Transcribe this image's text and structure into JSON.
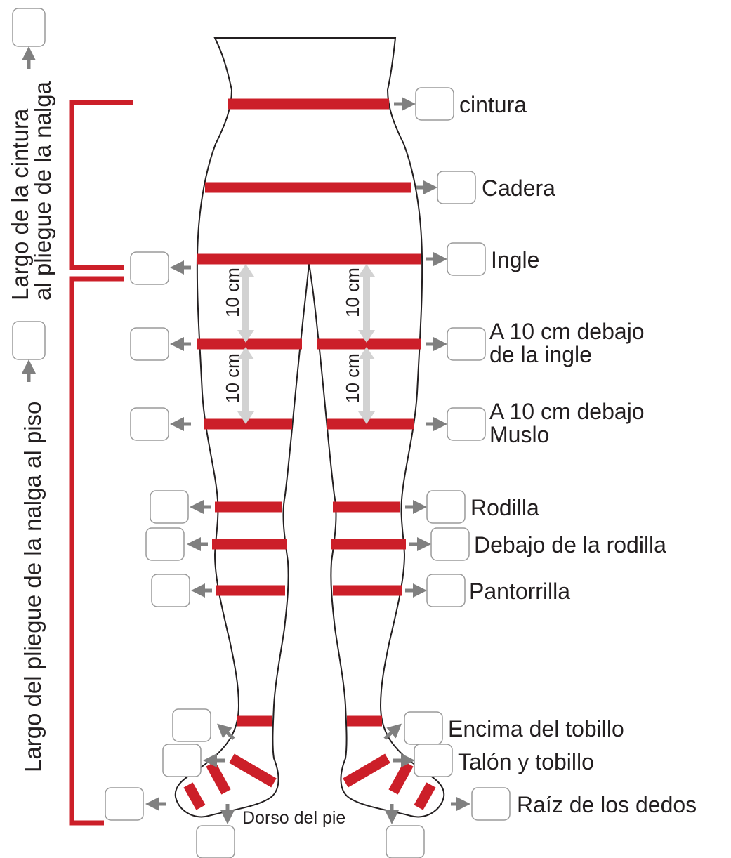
{
  "labels": {
    "waist": "cintura",
    "hip": "Cadera",
    "groin": "Ingle",
    "below_groin_line1": "A 10 cm  debajo",
    "below_groin_line2": "de la ingle",
    "thigh_line1": "A 10 cm  debajo",
    "thigh_line2": "Muslo",
    "knee": "Rodilla",
    "below_knee": "Debajo de la rodilla",
    "calf": "Pantorrilla",
    "above_ankle": "Encima del tobillo",
    "heel_ankle": "Talón y tobillo",
    "toe_base": "Raíz de los dedos",
    "instep": "Dorso del pie"
  },
  "vertical_labels": {
    "waist_to_gluteal_line1": "Largo  de  la  cintura",
    "waist_to_gluteal_line2": "al pliegue de la nalga",
    "gluteal_to_floor": "Largo del pliegue de la nalga al piso"
  },
  "spacing": {
    "upper": "10 cm",
    "lower": "10 cm"
  },
  "colors": {
    "band": "#cc1f29",
    "arrow": "#808080",
    "outline": "#231f20",
    "box_border": "#9a9a9a",
    "spacing_arrow": "#d2d2d2"
  }
}
